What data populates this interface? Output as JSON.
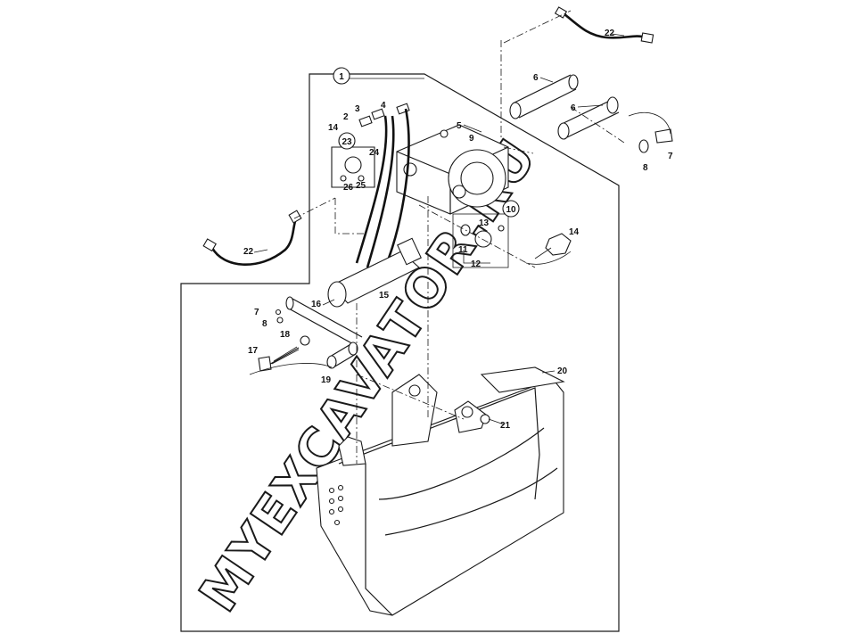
{
  "diagram": {
    "watermark": "MYEXCAVATOR.RU",
    "colors": {
      "line": "#1a1a1a",
      "background": "#ffffff"
    },
    "callouts": [
      "1",
      "10",
      "23"
    ],
    "labels": [
      "2",
      "3",
      "4",
      "5",
      "6",
      "6",
      "7",
      "7",
      "8",
      "8",
      "9",
      "11",
      "12",
      "13",
      "14",
      "14",
      "15",
      "16",
      "17",
      "18",
      "19",
      "20",
      "21",
      "22",
      "22",
      "24",
      "25",
      "26"
    ]
  }
}
